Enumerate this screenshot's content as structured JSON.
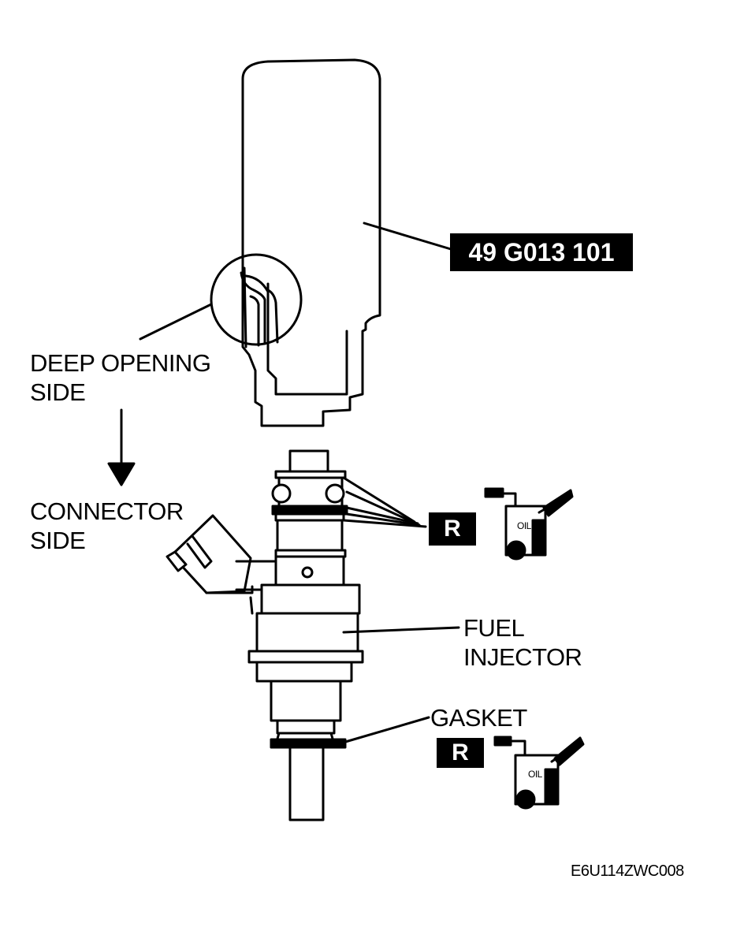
{
  "tool_tag": "49 G013 101",
  "deep_opening": {
    "line1": "DEEP OPENING",
    "line2": "SIDE"
  },
  "connector": {
    "line1": "CONNECTOR",
    "line2": "SIDE"
  },
  "injector": {
    "line1": "FUEL",
    "line2": "INJECTOR"
  },
  "gasket": "GASKET",
  "replace_mark": "R",
  "oil_label": "OIL",
  "figure_code": "E6U114ZWC008",
  "colors": {
    "ink": "#000000",
    "paper": "#ffffff"
  },
  "icons": [
    "oil-can-icon",
    "arrow-down-icon"
  ]
}
